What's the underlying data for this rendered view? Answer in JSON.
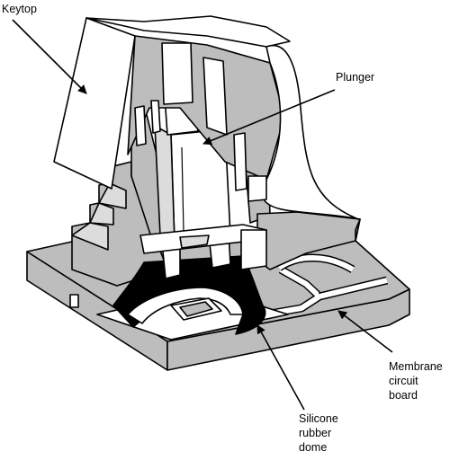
{
  "labels": {
    "keytop": "Keytop",
    "plunger": "Plunger",
    "membrane": [
      "Membrane",
      "circuit",
      "board"
    ],
    "dome": [
      "Silicone",
      "rubber",
      "dome"
    ]
  },
  "colors": {
    "outline": "#000000",
    "gray": "#bdbdbd",
    "dark_gray": "#9a9a9a",
    "white": "#ffffff",
    "black": "#000000"
  }
}
